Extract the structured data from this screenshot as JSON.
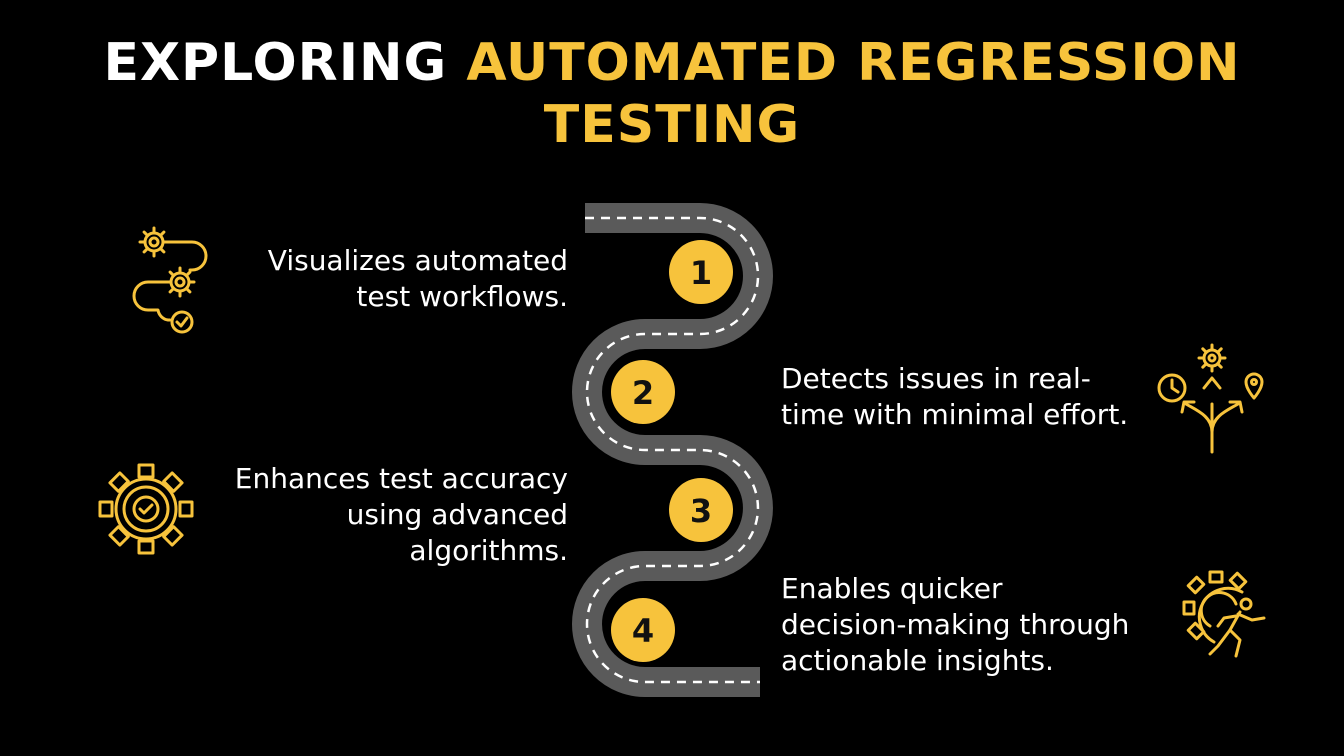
{
  "title": {
    "white": "EXPLORING ",
    "accent_line1": "AUTOMATED REGRESSION",
    "accent_line2": "TESTING"
  },
  "colors": {
    "background": "#000000",
    "accent": "#f7c33c",
    "road": "#5a5a5a",
    "text": "#ffffff"
  },
  "steps": [
    {
      "number": "1",
      "side": "left",
      "lines": [
        "Visualizes automated",
        "test workflows."
      ],
      "icon": "gear-workflow-icon"
    },
    {
      "number": "2",
      "side": "right",
      "lines": [
        "Detects issues in real-",
        "time with minimal effort."
      ],
      "icon": "decision-paths-icon"
    },
    {
      "number": "3",
      "side": "left",
      "lines": [
        "Enhances test accuracy",
        "using advanced",
        "algorithms."
      ],
      "icon": "gear-check-icon"
    },
    {
      "number": "4",
      "side": "right",
      "lines": [
        "Enables quicker",
        "decision-making through",
        "actionable insights."
      ],
      "icon": "gear-runner-icon"
    }
  ]
}
